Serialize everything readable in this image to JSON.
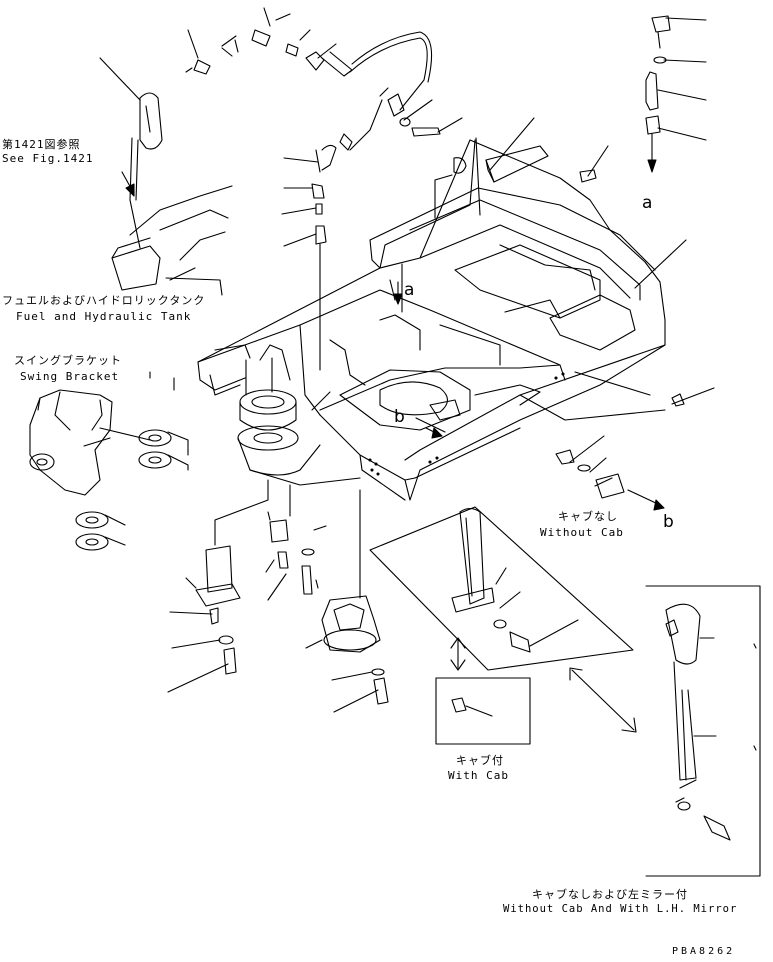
{
  "labels": {
    "see_fig_jp": "第1421図参照",
    "see_fig_en": "See Fig.1421",
    "fuel_tank_jp": "フュエルおよびハイドロリックタンク",
    "fuel_tank_en": "Fuel and Hydraulic Tank",
    "swing_bracket_jp": "スイングブラケット",
    "swing_bracket_en": "Swing Bracket",
    "without_cab_jp": "キャブなし",
    "without_cab_en": "Without Cab",
    "with_cab_jp": "キャブ付",
    "with_cab_en": "With Cab",
    "without_cab_mirror_jp": "キャブなしおよび左ミラー付",
    "without_cab_mirror_en": "Without Cab And With L.H. Mirror",
    "ref_a_1": "a",
    "ref_a_2": "a",
    "ref_b_1": "b",
    "ref_b_2": "b",
    "drawing_code": "PBA8262"
  }
}
